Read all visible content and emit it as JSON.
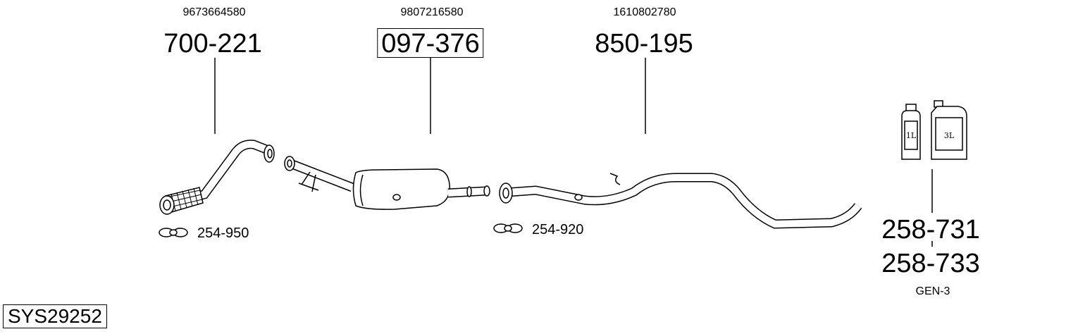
{
  "parts": [
    {
      "oe_number": "9673664580",
      "part_number": "700-221",
      "highlighted": false
    },
    {
      "oe_number": "9807216580",
      "part_number": "097-376",
      "highlighted": true
    },
    {
      "oe_number": "1610802780",
      "part_number": "850-195",
      "highlighted": false
    }
  ],
  "clamps": [
    {
      "label": "254-950"
    },
    {
      "label": "254-920"
    }
  ],
  "additives": {
    "bottle_small_label": "1L",
    "bottle_large_label": "3L",
    "part_number_1": "258-731",
    "part_number_2": "258-733",
    "note": "GEN-3"
  },
  "system_id": "SYS29252"
}
